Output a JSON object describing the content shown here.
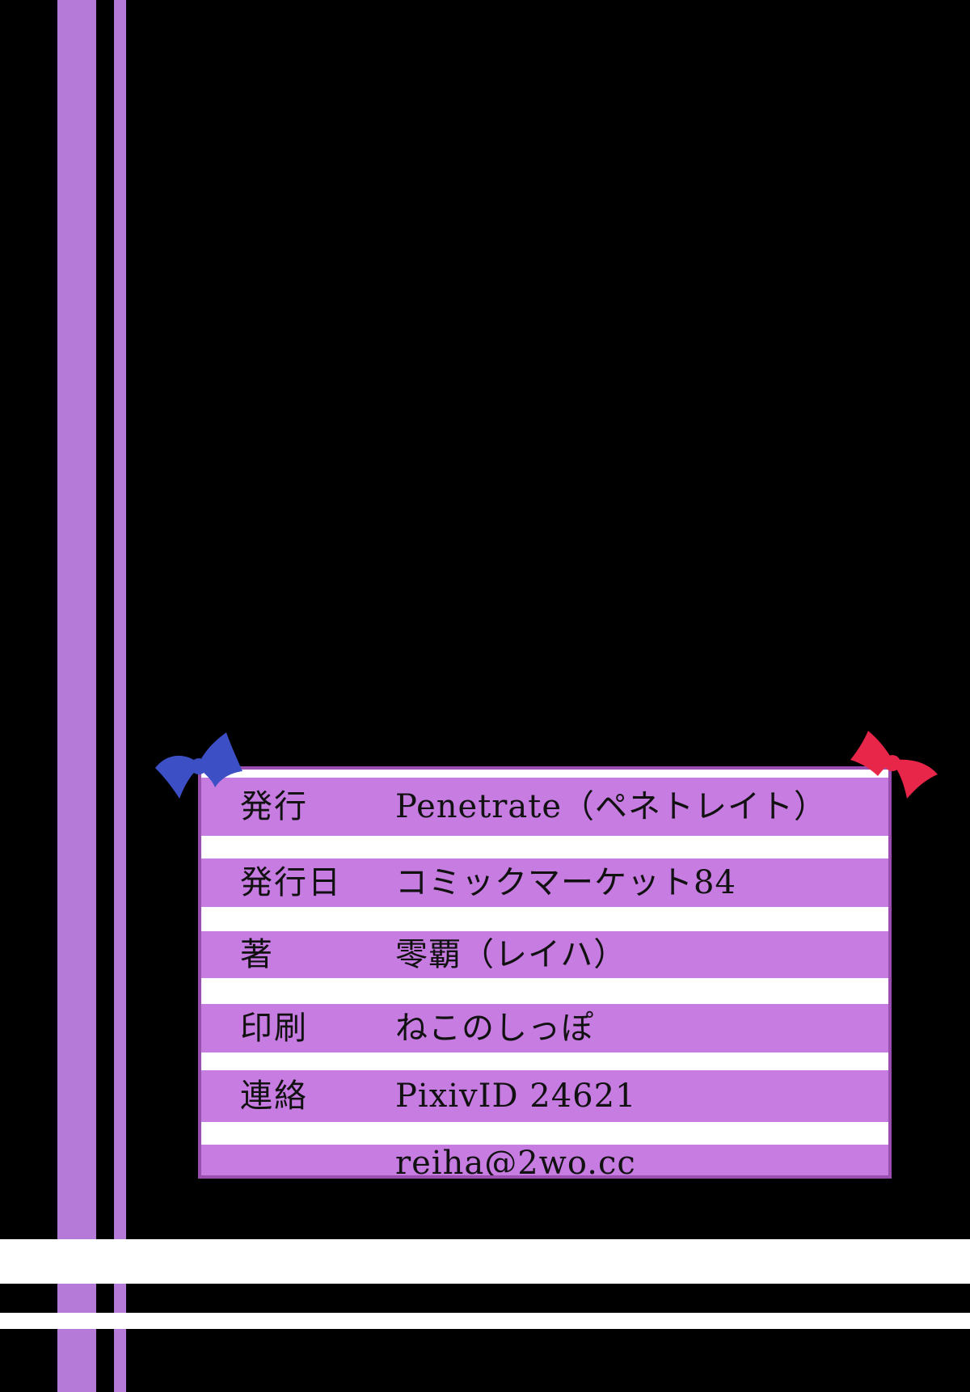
{
  "colors": {
    "background": "#000000",
    "stripe": "#b57ad8",
    "panel_purple": "#c67ce0",
    "panel_border": "#9a4fb0",
    "white": "#ffffff",
    "bow_left": "#3c4fc4",
    "bow_right": "#e8264a"
  },
  "decorations": {
    "bow_left_icon": "ribbon-bow-icon",
    "bow_right_icon": "ribbon-bow-icon"
  },
  "colophon": {
    "rows": [
      {
        "label": "発行",
        "value": "Penetrate（ペネトレイト）"
      },
      {
        "label": "発行日",
        "value": "コミックマーケット84"
      },
      {
        "label": "著",
        "value": "零覇（レイハ）"
      },
      {
        "label": "印刷",
        "value": "ねこのしっぽ"
      },
      {
        "label": "連絡",
        "value": "PixivID 24621"
      },
      {
        "label": "",
        "value": "reiha@2wo.cc"
      }
    ]
  }
}
